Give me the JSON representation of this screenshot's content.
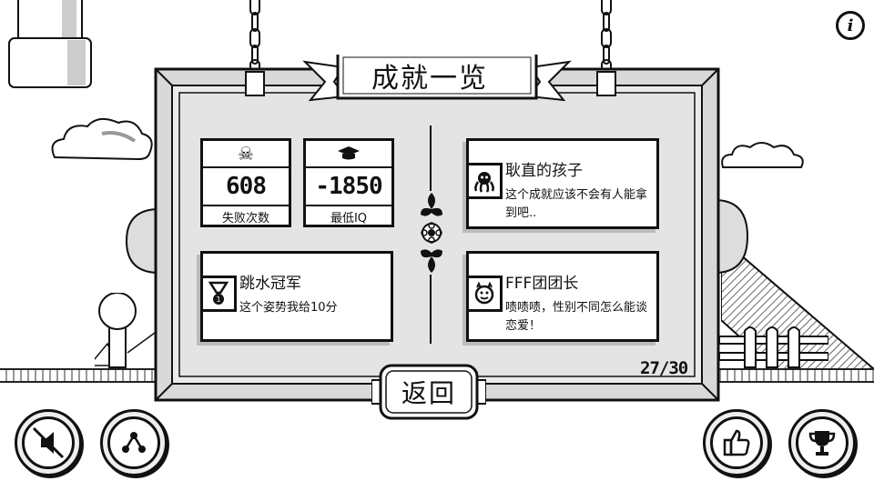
{
  "title": "成就一览",
  "stats": [
    {
      "icon": "skull-icon",
      "value": "608",
      "label": "失败次数"
    },
    {
      "icon": "graduation-cap-icon",
      "value": "-1850",
      "label": "最低IQ"
    }
  ],
  "achievements": [
    {
      "icon": "octopus-icon",
      "name": "耿直的孩子",
      "desc": "这个成就应该不会有人能拿到吧.."
    },
    {
      "icon": "medal-icon",
      "name": "跳水冠军",
      "desc": "这个姿势我给10分"
    },
    {
      "icon": "devil-face-icon",
      "name": "FFF团团长",
      "desc": "啧啧啧，性别不同怎么能谈恋爱！"
    }
  ],
  "progress": "27/30",
  "back_label": "返回",
  "info_label": "i",
  "buttons": {
    "sound": "mute-speaker-icon",
    "share": "share-icon",
    "like": "thumbs-up-icon",
    "trophy": "trophy-icon"
  }
}
